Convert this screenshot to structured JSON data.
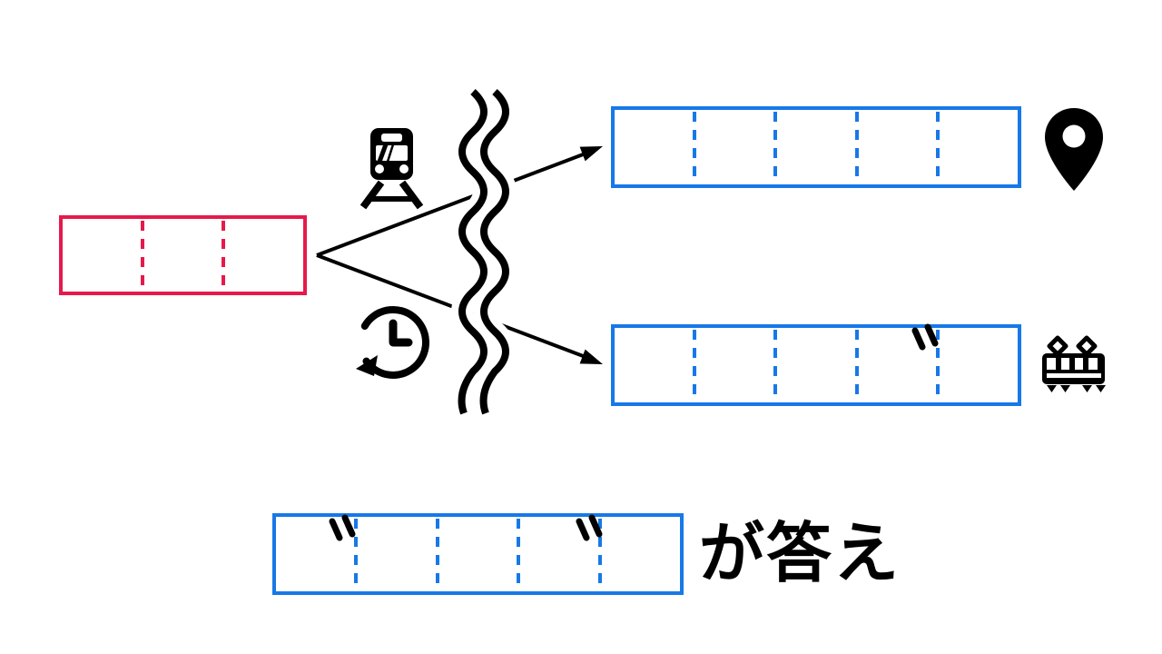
{
  "colors": {
    "red": "#e6194b",
    "blue": "#1778e8",
    "ink": "#000000",
    "background": "#ffffff"
  },
  "diagram": {
    "source_box": {
      "cells": 3,
      "color": "red"
    },
    "separator": "double-wavy-line",
    "branches": [
      {
        "branch": "top",
        "clue_icon": "train-front-icon"
      },
      {
        "branch": "bottom",
        "clue_icon": "history-clock-icon"
      }
    ],
    "result_boxes": [
      {
        "position": "top",
        "cells": 5,
        "color": "blue",
        "dakuten_cells": [],
        "right_icon": "location-pin-icon"
      },
      {
        "position": "bottom",
        "cells": 5,
        "color": "blue",
        "dakuten_cells": [
          4
        ],
        "right_icon": "tram-side-icon"
      }
    ]
  },
  "answer": {
    "box_cells": 5,
    "dakuten_cells": [
      1,
      4
    ],
    "label": "が答え"
  }
}
